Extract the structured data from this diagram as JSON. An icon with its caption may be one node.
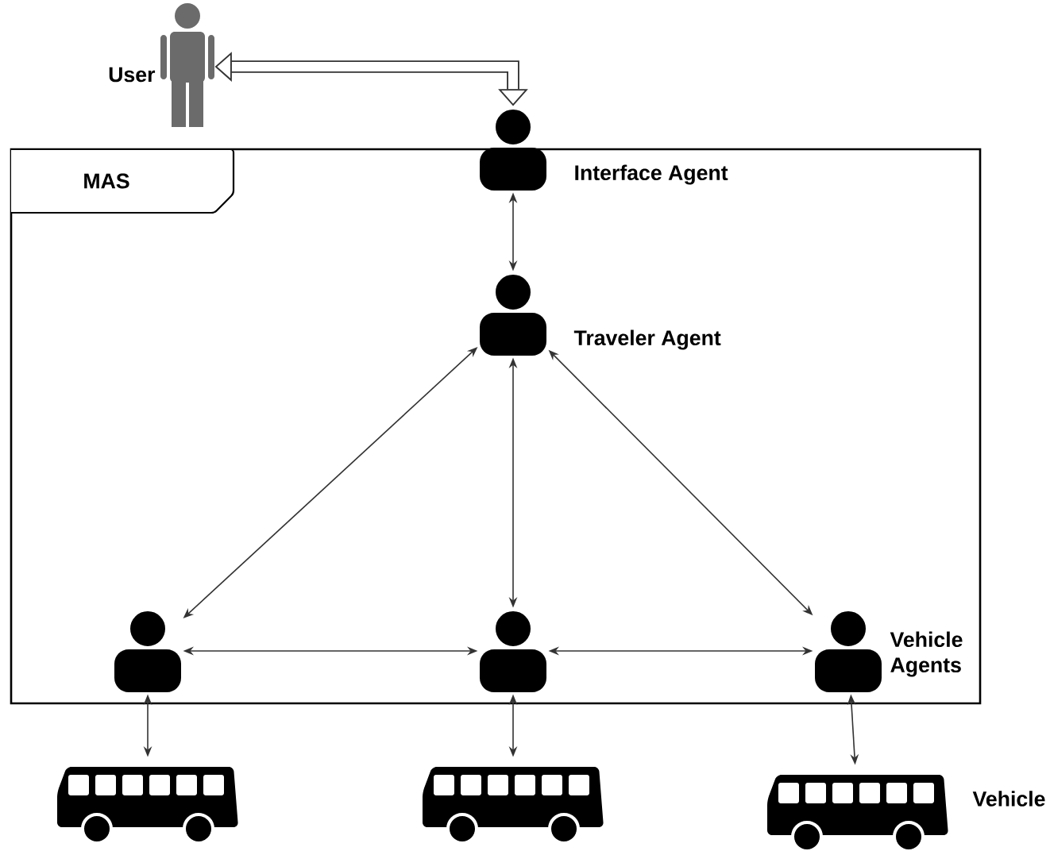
{
  "diagram": {
    "nodes": [
      {
        "text": [],
        "shape": "person",
        "beside": [
          "User"
        ]
      },
      {
        "text": [
          "MAS"
        ]
      },
      {
        "text": [],
        "shape": "person",
        "in": 1,
        "beside": [
          "Interface Agent"
        ]
      },
      {
        "text": [],
        "shape": "person",
        "in": 1,
        "beside": [
          "Traveler Agent"
        ]
      },
      {
        "text": [],
        "shape": "person",
        "in": 1
      },
      {
        "text": [],
        "shape": "person",
        "in": 1
      },
      {
        "text": [],
        "shape": "person",
        "in": 1
      },
      {
        "text": [],
        "shape": "bus"
      },
      {
        "text": [],
        "shape": "bus"
      },
      {
        "text": [],
        "shape": "bus"
      }
    ],
    "edges": [
      {
        "from": 2,
        "to": 0,
        "arrow": "both",
        "style": "thick"
      },
      {
        "from": 2,
        "to": 3,
        "arrow": "both"
      },
      {
        "from": 3,
        "to": 4,
        "arrow": "both"
      },
      {
        "from": 3,
        "to": 5,
        "arrow": "both"
      },
      {
        "from": 3,
        "to": 6,
        "arrow": "both"
      },
      {
        "from": 4,
        "to": 5,
        "arrow": "both"
      },
      {
        "from": 5,
        "to": 6,
        "arrow": "both"
      },
      {
        "from": 4,
        "to": 7,
        "arrow": "both"
      },
      {
        "from": 5,
        "to": 8,
        "arrow": "both"
      },
      {
        "from": 6,
        "to": 9,
        "arrow": "both"
      }
    ],
    "labels": [
      "Vehicle Agents",
      "Vehicle"
    ]
  }
}
